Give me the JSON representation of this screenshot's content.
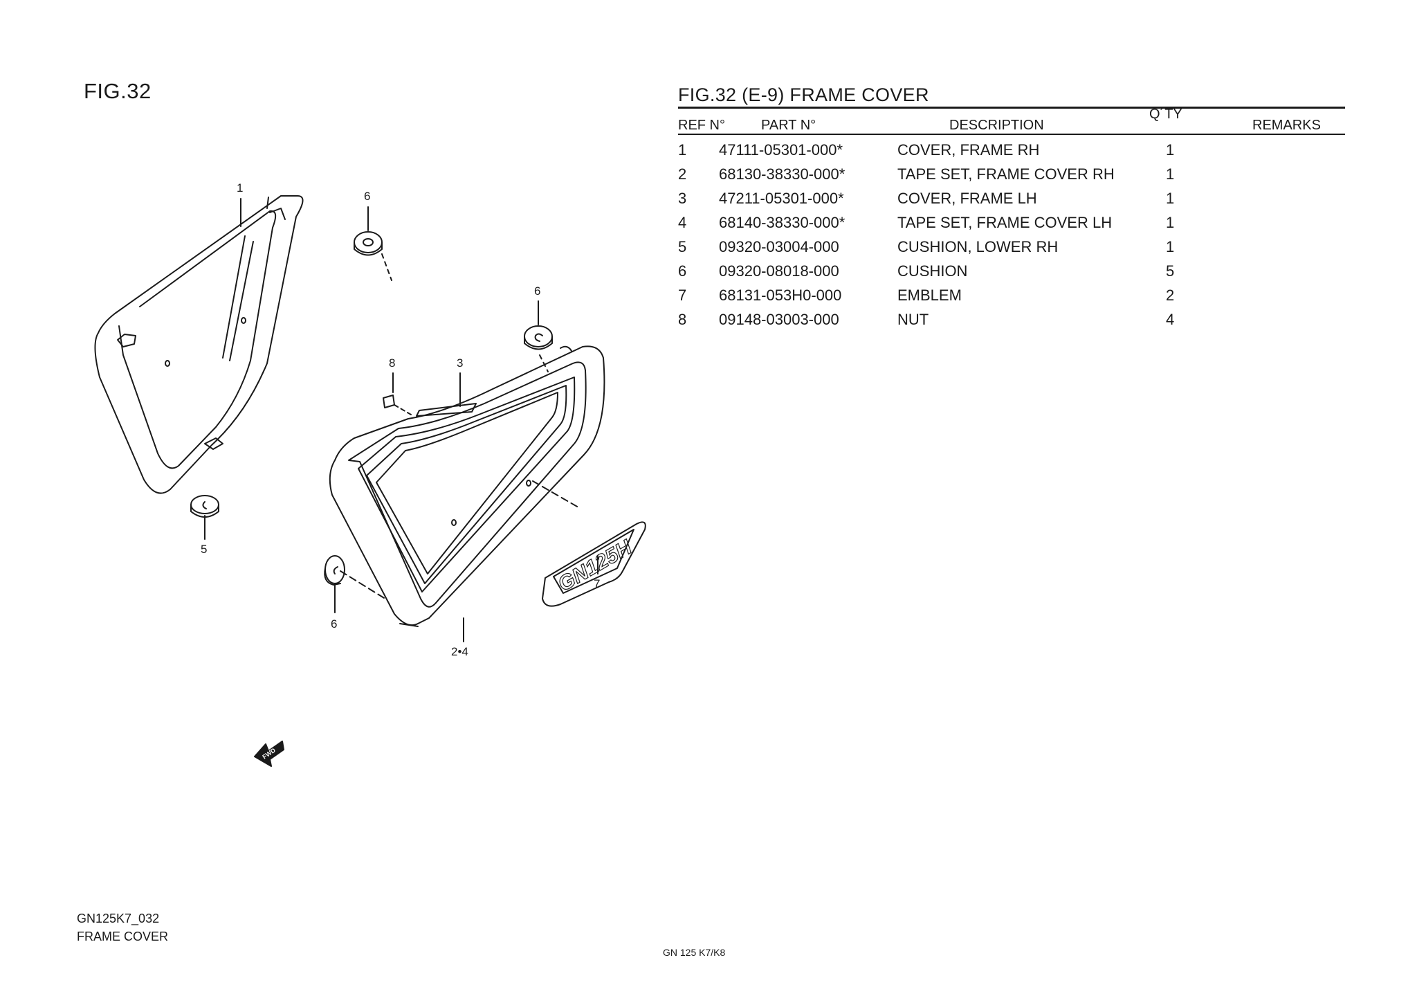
{
  "figure_label": "FIG.32",
  "table": {
    "title": "FIG.32 (E-9) FRAME COVER",
    "headers": {
      "ref": "REF N°",
      "part": "PART N°",
      "description": "DESCRIPTION",
      "qty": "Q´TY",
      "remarks": "REMARKS"
    },
    "rows": [
      {
        "ref": "1",
        "part": "47111-05301-000*",
        "description": "COVER, FRAME RH",
        "qty": "1",
        "remarks": ""
      },
      {
        "ref": "2",
        "part": "68130-38330-000*",
        "description": "TAPE SET, FRAME COVER RH",
        "qty": "1",
        "remarks": ""
      },
      {
        "ref": "3",
        "part": "47211-05301-000*",
        "description": "COVER, FRAME LH",
        "qty": "1",
        "remarks": ""
      },
      {
        "ref": "4",
        "part": "68140-38330-000*",
        "description": "TAPE SET, FRAME COVER LH",
        "qty": "1",
        "remarks": ""
      },
      {
        "ref": "5",
        "part": "09320-03004-000",
        "description": "CUSHION, LOWER RH",
        "qty": "1",
        "remarks": ""
      },
      {
        "ref": "6",
        "part": "09320-08018-000",
        "description": "CUSHION",
        "qty": "5",
        "remarks": ""
      },
      {
        "ref": "7",
        "part": "68131-053H0-000",
        "description": "EMBLEM",
        "qty": "2",
        "remarks": ""
      },
      {
        "ref": "8",
        "part": "09148-03003-000",
        "description": "NUT",
        "qty": "4",
        "remarks": ""
      }
    ]
  },
  "diagram": {
    "callouts": {
      "c1": "1",
      "c6a": "6",
      "c6b": "6",
      "c8": "8",
      "c3": "3",
      "c5": "5",
      "c7": "7",
      "c6c": "6",
      "c24": "2•4"
    },
    "emblem_text": "GN125H",
    "fwd_text": "FWD"
  },
  "footer": {
    "drawing_code": "GN125K7_032",
    "drawing_name": "FRAME COVER",
    "model": "GN 125 K7/K8"
  }
}
